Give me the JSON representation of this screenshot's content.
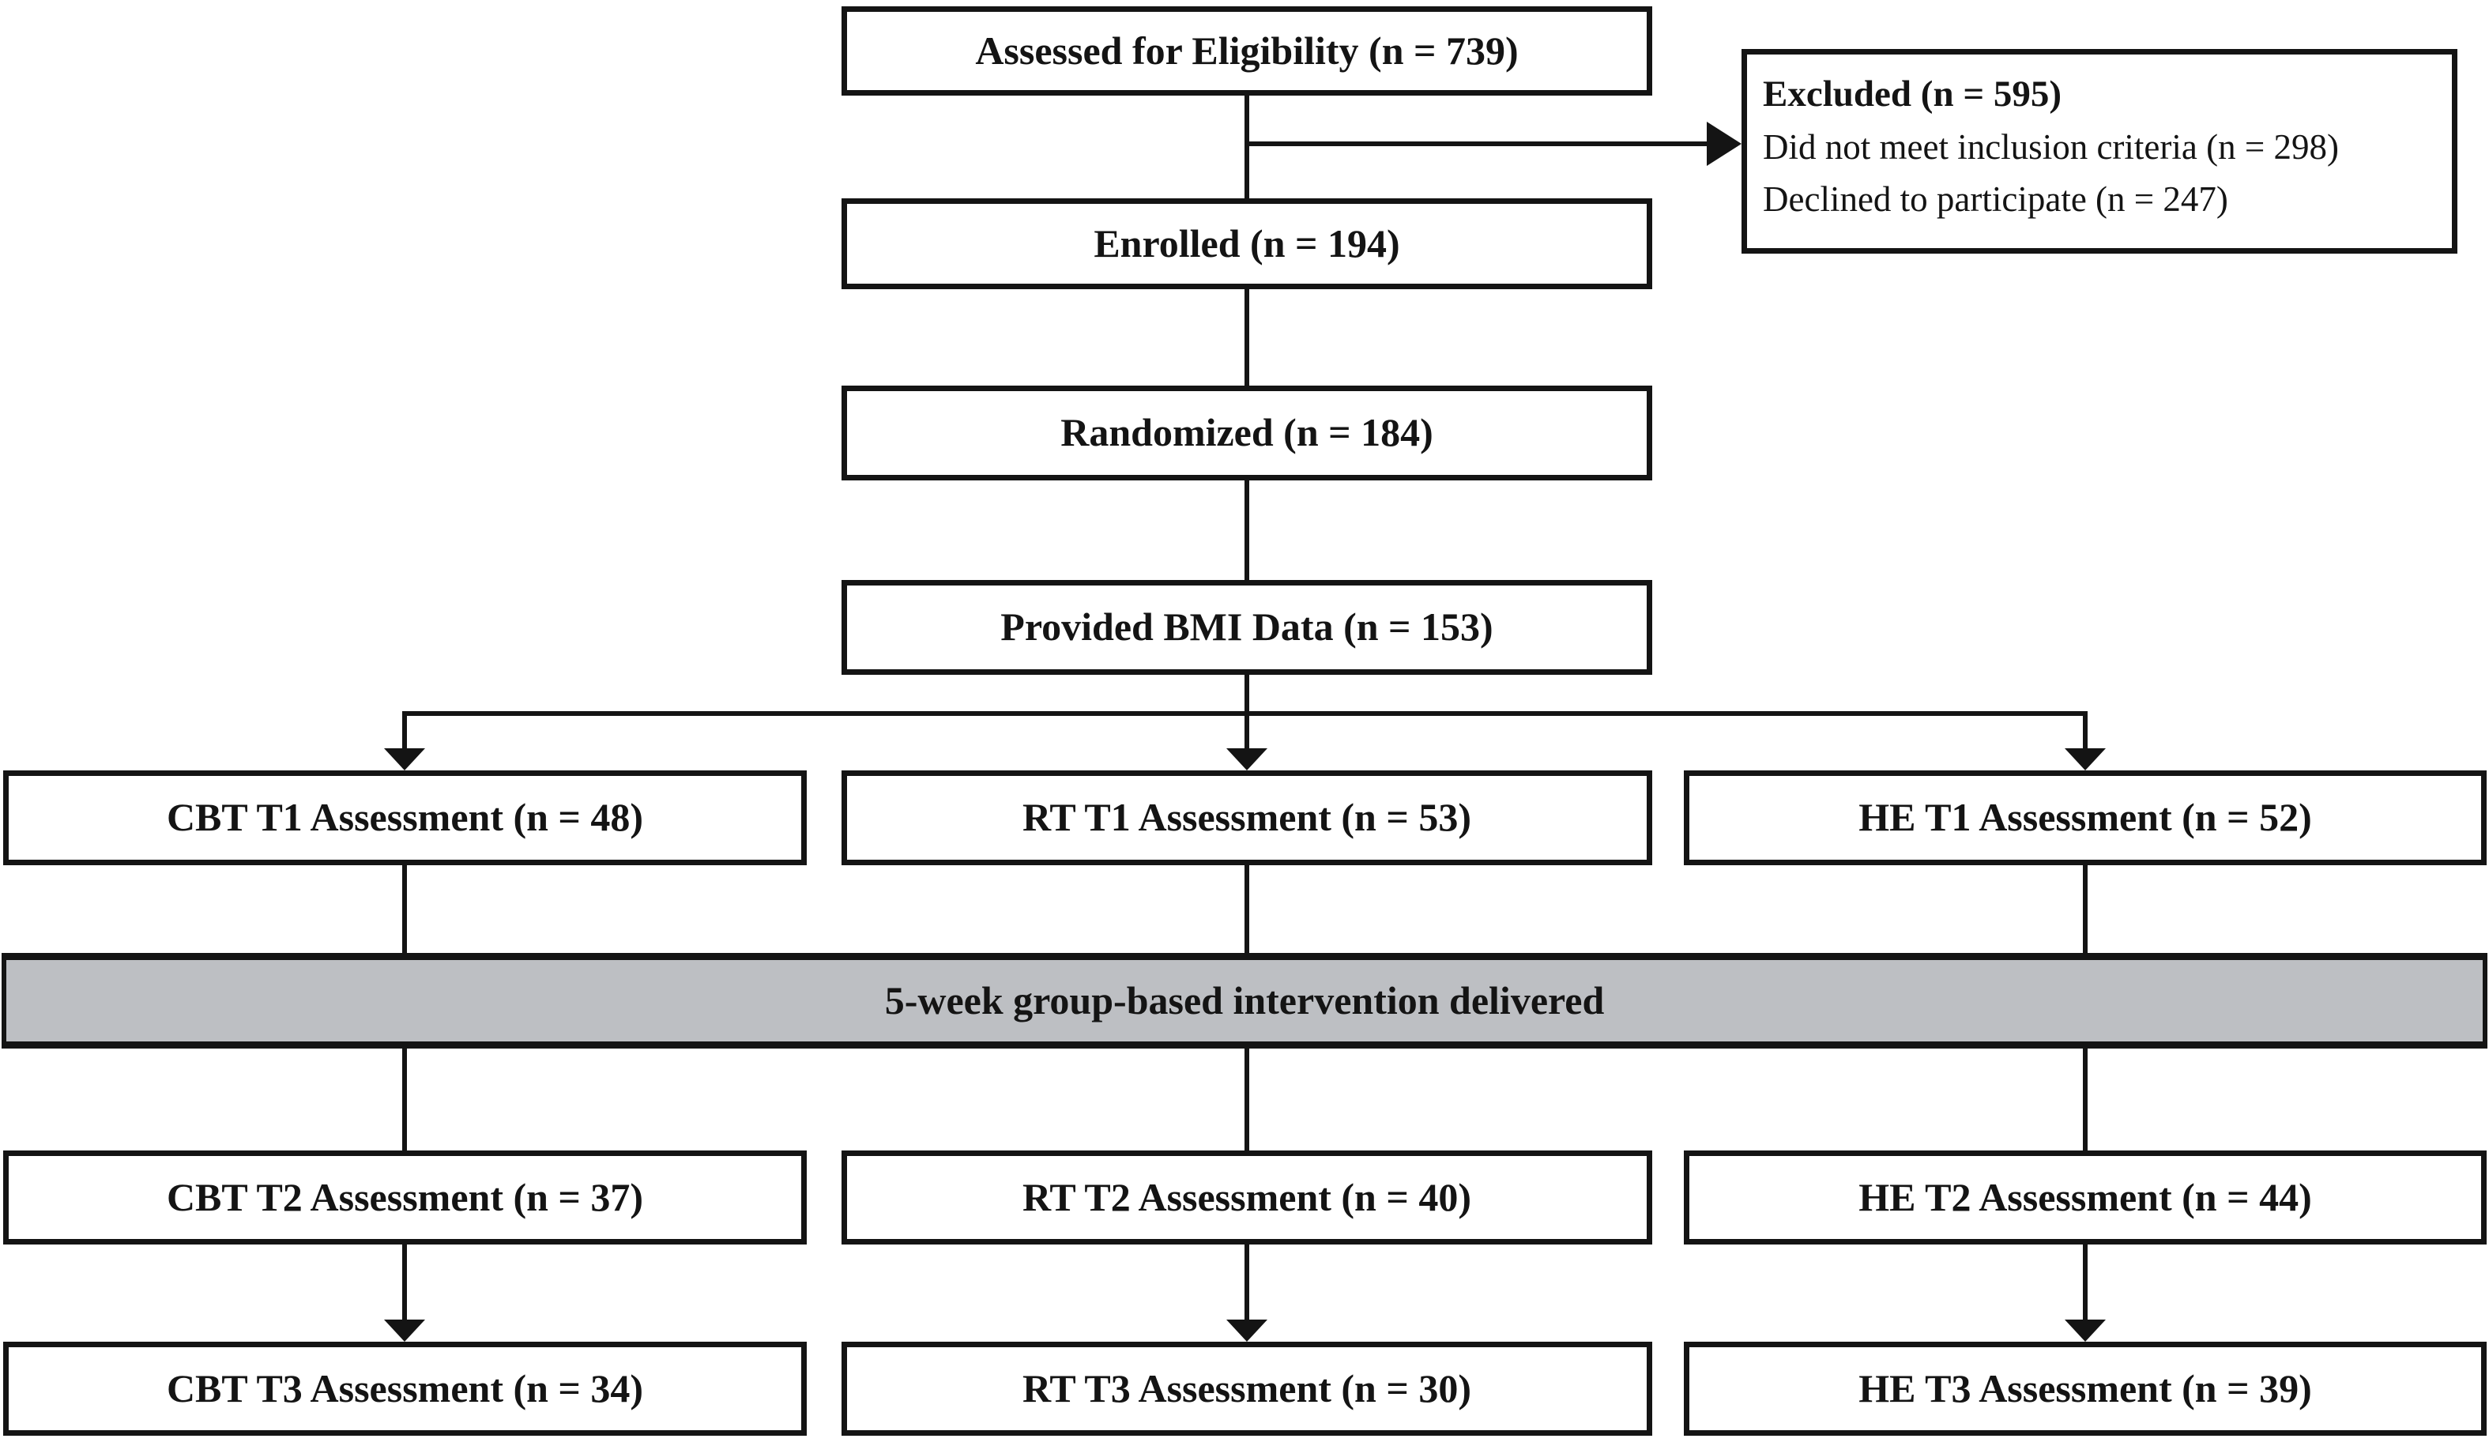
{
  "flow": {
    "assessed": "Assessed for Eligibility (n = 739)",
    "excluded": {
      "title": "Excluded (n = 595)",
      "reasons": [
        "Did not meet inclusion criteria (n = 298)",
        "Declined to participate (n = 247)"
      ]
    },
    "enrolled": "Enrolled (n = 194)",
    "randomized": "Randomized (n = 184)",
    "provided_bmi": "Provided BMI Data (n = 153)",
    "t1": {
      "cbt": "CBT T1 Assessment (n = 48)",
      "rt": "RT T1 Assessment (n = 53)",
      "he": "HE T1 Assessment (n = 52)"
    },
    "intervention": "5-week group-based intervention delivered",
    "t2": {
      "cbt": "CBT T2 Assessment (n = 37)",
      "rt": "RT T2 Assessment (n = 40)",
      "he": "HE T2 Assessment (n = 44)"
    },
    "t3": {
      "cbt": "CBT T3 Assessment (n = 34)",
      "rt": "RT T3 Assessment (n = 30)",
      "he": "HE T3 Assessment (n = 39)"
    }
  },
  "colors": {
    "line": "#141414",
    "box_fill": "#ffffff",
    "intervention_fill": "#bdbfc3",
    "background": "#ffffff",
    "text": "#141414"
  }
}
